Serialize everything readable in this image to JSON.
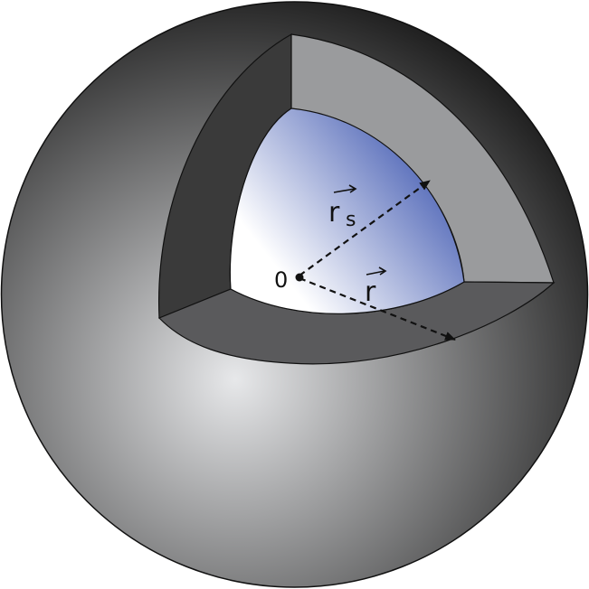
{
  "labels": {
    "origin": "0",
    "rs_main": "r",
    "rs_sub": "s",
    "r": "r"
  },
  "colors": {
    "sphere_highlight": "#e7e8ea",
    "sphere_shadow": "#1f1f1f",
    "cut_face_dark": "#3a3a3a",
    "cut_face_light": "#9a9b9d",
    "cut_face_bottom": "#5a5a5c",
    "inner_sphere_light": "#ffffff",
    "inner_sphere_blue": "#4b62b5",
    "vector_line": "#111111"
  }
}
